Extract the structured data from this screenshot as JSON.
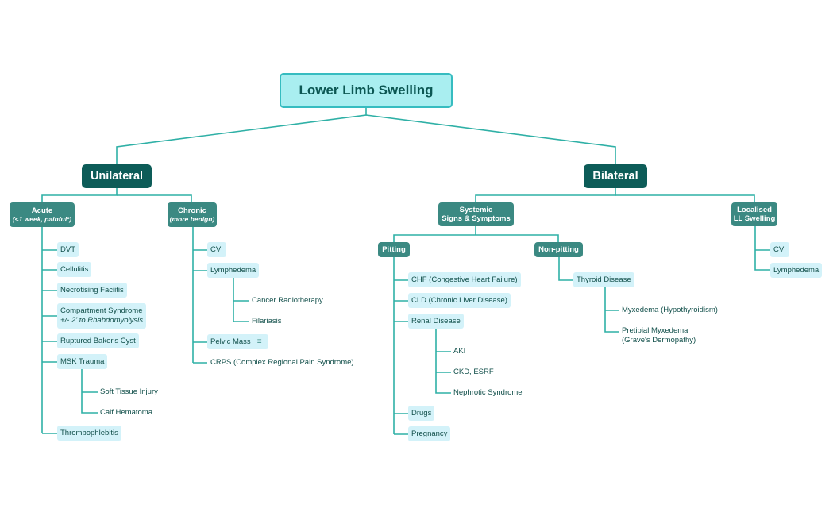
{
  "root": "Lower Limb Swelling",
  "unilateral": {
    "label": "Unilateral",
    "acute": {
      "label": "Acute",
      "sub": "(<1 week, painful*)"
    },
    "acute_items": [
      "DVT",
      "Cellulitis",
      "Necrotising Faciitis"
    ],
    "compartment": {
      "line1": "Compartment Syndrome",
      "line2": "+/- 2' to Rhabdomyolysis"
    },
    "bakers": "Ruptured Baker's Cyst",
    "msk": "MSK Trauma",
    "msk_children": [
      "Soft Tissue Injury",
      "Calf Hematoma"
    ],
    "thrombo": "Thrombophlebitis",
    "chronic": {
      "label": "Chronic",
      "sub": "(more benign)"
    },
    "chronic_cvi": "CVI",
    "lymphedema": "Lymphedema",
    "lymph_children": [
      "Cancer Radiotherapy",
      "Filariasis"
    ],
    "pelvic": "Pelvic Mass",
    "crps": "CRPS (Complex Regional Pain Syndrome)"
  },
  "bilateral": {
    "label": "Bilateral",
    "systemic": {
      "line1": "Systemic",
      "line2": "Signs & Symptoms"
    },
    "pitting": "Pitting",
    "chf": "CHF (Congestive Heart Failure)",
    "cld": "CLD (Chronic Liver Disease)",
    "renal": "Renal Disease",
    "renal_children": [
      "AKI",
      "CKD, ESRF",
      "Nephrotic Syndrome"
    ],
    "drugs": "Drugs",
    "pregnancy": "Pregnancy",
    "nonpitting": "Non-pitting",
    "thyroid": "Thyroid Disease",
    "myxedema": "Myxedema (Hypothyroidism)",
    "pretibial": {
      "line1": "Pretibial Myxedema",
      "line2": "(Grave's Dermopathy)"
    },
    "localised": {
      "line1": "Localised",
      "line2": "LL Swelling"
    },
    "loc_items": [
      "CVI",
      "Lymphedema"
    ]
  }
}
